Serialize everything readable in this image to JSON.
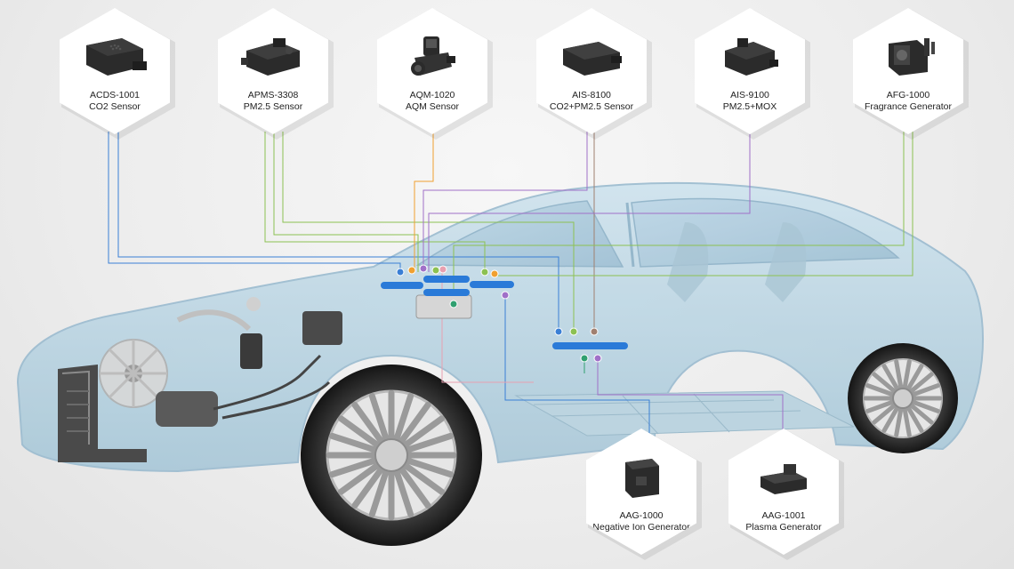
{
  "colors": {
    "blue": "#3a7fd5",
    "green": "#8cc152",
    "orange": "#f0a030",
    "purple": "#a070c8",
    "brown": "#a08070",
    "pink": "#e8a0b0",
    "teal": "#30a070",
    "bar": "#2a7ad8"
  },
  "devices": [
    {
      "id": "acds",
      "model": "ACDS-1001",
      "desc": "CO2 Sensor",
      "icon": "co2-sensor-icon"
    },
    {
      "id": "apms",
      "model": "APMS-3308",
      "desc": "PM2.5 Sensor",
      "icon": "pm25-sensor-icon"
    },
    {
      "id": "aqm",
      "model": "AQM-1020",
      "desc": "AQM Sensor",
      "icon": "aqm-sensor-icon"
    },
    {
      "id": "ais8100",
      "model": "AIS-8100",
      "desc": "CO2+PM2.5 Sensor",
      "icon": "combo-sensor-icon"
    },
    {
      "id": "ais9100",
      "model": "AIS-9100",
      "desc": "PM2.5+MOX",
      "icon": "mox-sensor-icon"
    },
    {
      "id": "afg",
      "model": "AFG-1000",
      "desc": "Fragrance Generator",
      "icon": "fragrance-generator-icon"
    },
    {
      "id": "aag1000",
      "model": "AAG-1000",
      "desc": "Negative Ion Generator",
      "icon": "ion-generator-icon"
    },
    {
      "id": "aag1001",
      "model": "AAG-1001",
      "desc": "Plasma Generator",
      "icon": "plasma-generator-icon"
    }
  ]
}
